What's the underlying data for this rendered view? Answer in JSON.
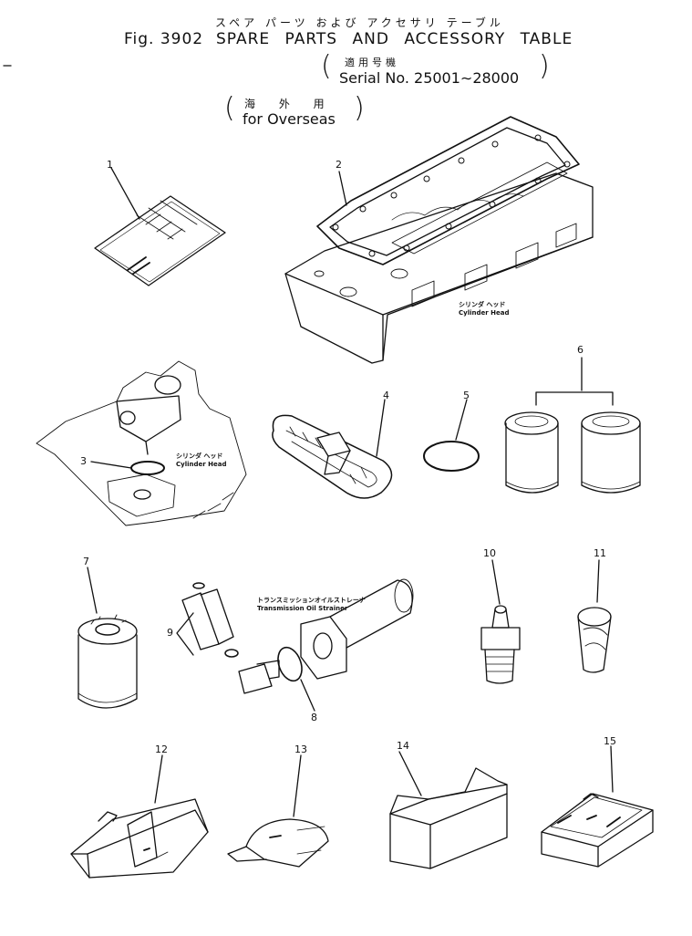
{
  "header": {
    "title_jp": "スペア パーツ および アクセサリ テーブル",
    "fig_label": "Fig. 3902",
    "title_en": "SPARE PARTS AND ACCESSORY TABLE",
    "serial_jp": "適用号機",
    "serial_en": "Serial No. 25001∼28000",
    "overseas_jp": "海 外 用",
    "overseas_en": "for Overseas"
  },
  "callouts": [
    "1",
    "2",
    "3",
    "4",
    "5",
    "6",
    "7",
    "8",
    "9",
    "10",
    "11",
    "12",
    "13",
    "14",
    "15"
  ],
  "captions": {
    "cyl_head_1_jp": "シリンダ ヘッド",
    "cyl_head_1_en": "Cylinder Head",
    "cyl_head_3_jp": "シリンダ ヘッド",
    "cyl_head_3_en": "Cylinder Head",
    "strainer_jp": "トランスミッションオイルストレーナ",
    "strainer_en": "Transmission Oil Strainer"
  }
}
